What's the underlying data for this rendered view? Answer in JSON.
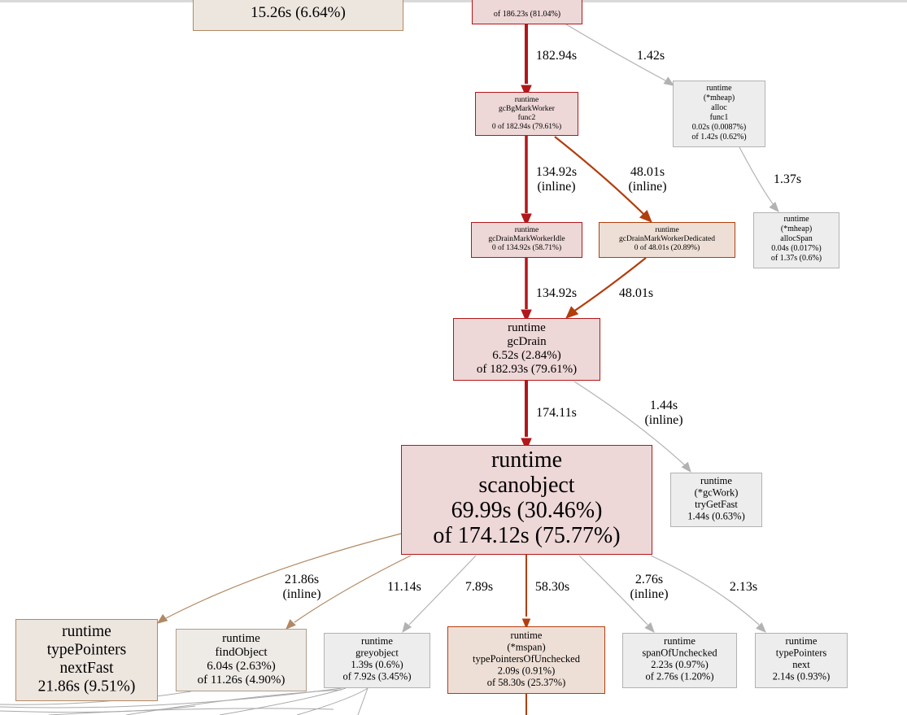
{
  "colors": {
    "hot_fill": "#eed7d7",
    "hot_stroke": "#b2171a",
    "warm_fill": "#eedfd6",
    "warm_stroke": "#b23e0d",
    "tan_fill": "#ede6df",
    "tan_stroke": "#b28963",
    "light_tan_fill": "#eeebe7",
    "light_tan_stroke": "#b29c87",
    "cold_fill": "#ededed",
    "cold_stroke": "#b2b2b2",
    "edge_hot": "#b2171a",
    "edge_warm": "#b23e0d",
    "edge_tan": "#b28963",
    "edge_cold": "#b2b2b2"
  },
  "nodes": [
    {
      "id": "top-left-partial",
      "lines": [
        "15.26s (6.64%)"
      ]
    },
    {
      "id": "top-center-partial",
      "lines": [
        "of 186.23s (81.04%)"
      ]
    },
    {
      "id": "gcbgmarkworker-func2",
      "lines": [
        "runtime",
        "gcBgMarkWorker",
        "func2",
        "0 of 182.94s (79.61%)"
      ]
    },
    {
      "id": "mheap-alloc-func1",
      "lines": [
        "runtime",
        "(*mheap)",
        "alloc",
        "func1",
        "0.02s (0.0087%)",
        "of 1.42s (0.62%)"
      ]
    },
    {
      "id": "gcdrainmarkworkeridle",
      "lines": [
        "runtime",
        "gcDrainMarkWorkerIdle",
        "0 of 134.92s (58.71%)"
      ]
    },
    {
      "id": "gcdrainmarkworkerdedicated",
      "lines": [
        "runtime",
        "gcDrainMarkWorkerDedicated",
        "0 of 48.01s (20.89%)"
      ]
    },
    {
      "id": "mheap-allocspan",
      "lines": [
        "runtime",
        "(*mheap)",
        "allocSpan",
        "0.04s (0.017%)",
        "of 1.37s (0.6%)"
      ]
    },
    {
      "id": "gcdrain",
      "lines": [
        "runtime",
        "gcDrain",
        "6.52s (2.84%)",
        "of 182.93s (79.61%)"
      ]
    },
    {
      "id": "scanobject",
      "lines": [
        "runtime",
        "scanobject",
        "69.99s (30.46%)",
        "of 174.12s (75.77%)"
      ]
    },
    {
      "id": "gcwork-trygetfast",
      "lines": [
        "runtime",
        "(*gcWork)",
        "tryGetFast",
        "1.44s (0.63%)"
      ]
    },
    {
      "id": "typepointers-nextfast",
      "lines": [
        "runtime",
        "typePointers",
        "nextFast",
        "21.86s (9.51%)"
      ]
    },
    {
      "id": "findobject",
      "lines": [
        "runtime",
        "findObject",
        "6.04s (2.63%)",
        "of 11.26s (4.90%)"
      ]
    },
    {
      "id": "greyobject",
      "lines": [
        "runtime",
        "greyobject",
        "1.39s (0.6%)",
        "of 7.92s (3.45%)"
      ]
    },
    {
      "id": "mspan-typepointersofunchecked",
      "lines": [
        "runtime",
        "(*mspan)",
        "typePointersOfUnchecked",
        "2.09s (0.91%)",
        "of 58.30s (25.37%)"
      ]
    },
    {
      "id": "spanofunchecked",
      "lines": [
        "runtime",
        "spanOfUnchecked",
        "2.23s (0.97%)",
        "of 2.76s (1.20%)"
      ]
    },
    {
      "id": "typepointers-next",
      "lines": [
        "runtime",
        "typePointers",
        "next",
        "2.14s (0.93%)"
      ]
    }
  ],
  "edges": [
    {
      "id": "e1",
      "label": [
        "182.94s"
      ]
    },
    {
      "id": "e2",
      "label": [
        "1.42s"
      ]
    },
    {
      "id": "e3",
      "label": [
        "134.92s",
        "(inline)"
      ]
    },
    {
      "id": "e4",
      "label": [
        "48.01s",
        "(inline)"
      ]
    },
    {
      "id": "e5",
      "label": [
        "1.37s"
      ]
    },
    {
      "id": "e6",
      "label": [
        "134.92s"
      ]
    },
    {
      "id": "e7",
      "label": [
        "48.01s"
      ]
    },
    {
      "id": "e8",
      "label": [
        "174.11s"
      ]
    },
    {
      "id": "e9",
      "label": [
        "1.44s",
        "(inline)"
      ]
    },
    {
      "id": "e10",
      "label": [
        "21.86s",
        "(inline)"
      ]
    },
    {
      "id": "e11",
      "label": [
        "11.14s"
      ]
    },
    {
      "id": "e12",
      "label": [
        "7.89s"
      ]
    },
    {
      "id": "e13",
      "label": [
        "58.30s"
      ]
    },
    {
      "id": "e14",
      "label": [
        "2.76s",
        "(inline)"
      ]
    },
    {
      "id": "e15",
      "label": [
        "2.13s"
      ]
    }
  ]
}
